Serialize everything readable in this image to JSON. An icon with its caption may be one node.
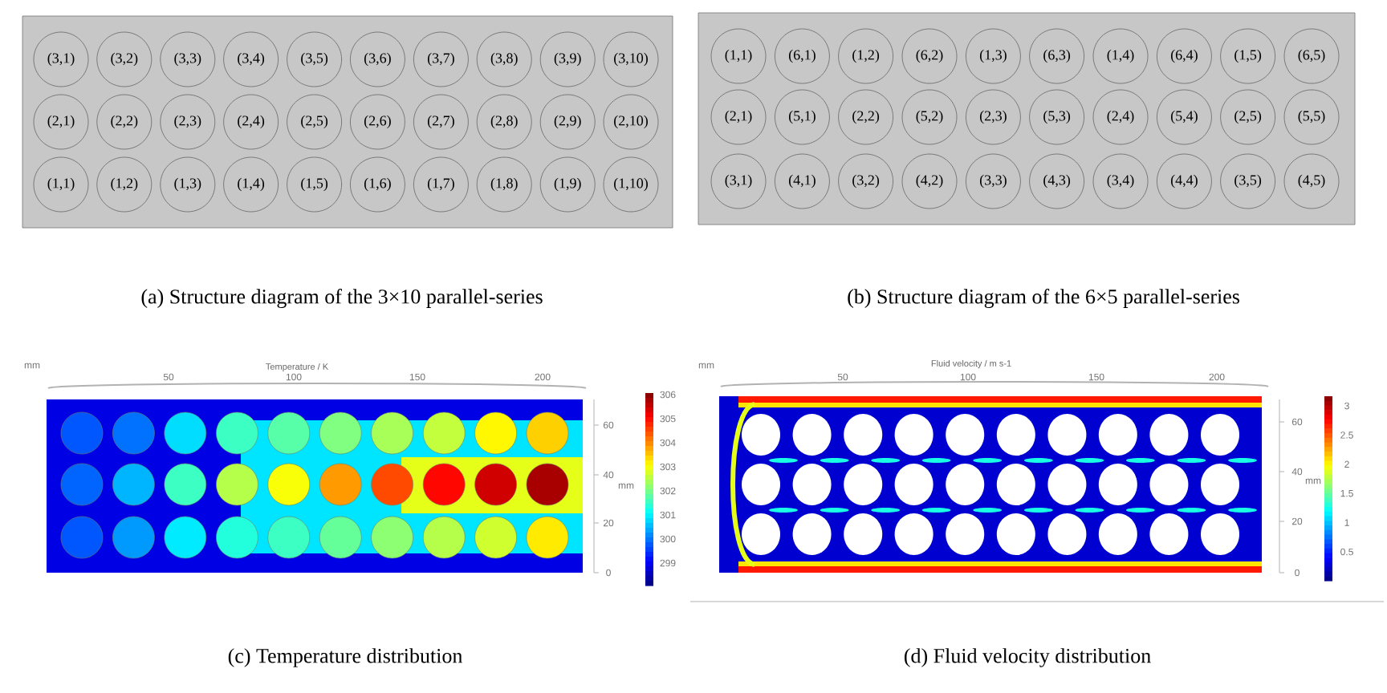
{
  "diagram": {
    "nodes": [
      {
        "text": [],
        "shape": "box"
      },
      {
        "text": [
          "(3,1)"
        ],
        "in": 0
      },
      {
        "text": [
          "(3,2)"
        ],
        "in": 0
      },
      {
        "text": [
          "(3,3)"
        ],
        "in": 0
      },
      {
        "text": [
          "(3,4)"
        ],
        "in": 0
      },
      {
        "text": [
          "(3,5)"
        ],
        "in": 0
      },
      {
        "text": [
          "(3,6)"
        ],
        "in": 0
      },
      {
        "text": [
          "(3,7)"
        ],
        "in": 0
      },
      {
        "text": [
          "(3,8)"
        ],
        "in": 0
      },
      {
        "text": [
          "(3,9)"
        ],
        "in": 0
      },
      {
        "text": [
          "(3,10)"
        ],
        "in": 0
      },
      {
        "text": [
          "(2,1)"
        ],
        "in": 0
      },
      {
        "text": [
          "(2,2)"
        ],
        "in": 0
      },
      {
        "text": [
          "(2,3)"
        ],
        "in": 0
      },
      {
        "text": [
          "(2,4)"
        ],
        "in": 0
      },
      {
        "text": [
          "(2,5)"
        ],
        "in": 0
      },
      {
        "text": [
          "(2,6)"
        ],
        "in": 0
      },
      {
        "text": [
          "(2,7)"
        ],
        "in": 0
      },
      {
        "text": [
          "(2,8)"
        ],
        "in": 0
      },
      {
        "text": [
          "(2,9)"
        ],
        "in": 0
      },
      {
        "text": [
          "(2,10)"
        ],
        "in": 0
      },
      {
        "text": [
          "(1,1)"
        ],
        "in": 0
      },
      {
        "text": [
          "(1,2)"
        ],
        "in": 0
      },
      {
        "text": [
          "(1,3)"
        ],
        "in": 0
      },
      {
        "text": [
          "(1,4)"
        ],
        "in": 0
      },
      {
        "text": [
          "(1,5)"
        ],
        "in": 0
      },
      {
        "text": [
          "(1,6)"
        ],
        "in": 0
      },
      {
        "text": [
          "(1,7)"
        ],
        "in": 0
      },
      {
        "text": [
          "(1,8)"
        ],
        "in": 0
      },
      {
        "text": [
          "(1,9)"
        ],
        "in": 0
      },
      {
        "text": [
          "(1,10)"
        ],
        "in": 0
      },
      {
        "text": [],
        "shape": "box"
      },
      {
        "text": [
          "(1,1)"
        ],
        "in": 31
      },
      {
        "text": [
          "(6,1)"
        ],
        "in": 31
      },
      {
        "text": [
          "(1,2)"
        ],
        "in": 31
      },
      {
        "text": [
          "(6,2)"
        ],
        "in": 31
      },
      {
        "text": [
          "(1,3)"
        ],
        "in": 31
      },
      {
        "text": [
          "(6,3)"
        ],
        "in": 31
      },
      {
        "text": [
          "(1,4)"
        ],
        "in": 31
      },
      {
        "text": [
          "(6,4)"
        ],
        "in": 31
      },
      {
        "text": [
          "(1,5)"
        ],
        "in": 31
      },
      {
        "text": [
          "(6,5)"
        ],
        "in": 31
      },
      {
        "text": [
          "(2,1)"
        ],
        "in": 31
      },
      {
        "text": [
          "(5,1)"
        ],
        "in": 31
      },
      {
        "text": [
          "(2,2)"
        ],
        "in": 31
      },
      {
        "text": [
          "(5,2)"
        ],
        "in": 31
      },
      {
        "text": [
          "(2,3)"
        ],
        "in": 31
      },
      {
        "text": [
          "(5,3)"
        ],
        "in": 31
      },
      {
        "text": [
          "(2,4)"
        ],
        "in": 31
      },
      {
        "text": [
          "(5,4)"
        ],
        "in": 31
      },
      {
        "text": [
          "(2,5)"
        ],
        "in": 31
      },
      {
        "text": [
          "(5,5)"
        ],
        "in": 31
      },
      {
        "text": [
          "(3,1)"
        ],
        "in": 31
      },
      {
        "text": [
          "(4,1)"
        ],
        "in": 31
      },
      {
        "text": [
          "(3,2)"
        ],
        "in": 31
      },
      {
        "text": [
          "(4,2)"
        ],
        "in": 31
      },
      {
        "text": [
          "(3,3)"
        ],
        "in": 31
      },
      {
        "text": [
          "(4,3)"
        ],
        "in": 31
      },
      {
        "text": [
          "(3,4)"
        ],
        "in": 31
      },
      {
        "text": [
          "(4,4)"
        ],
        "in": 31
      },
      {
        "text": [
          "(3,5)"
        ],
        "in": 31
      },
      {
        "text": [
          "(4,5)"
        ],
        "in": 31
      }
    ],
    "labels": [
      "(a) Structure diagram of the 3×10 parallel-series",
      "(b) Structure diagram of the 6×5 parallel-series",
      "mm",
      "Temperature / K",
      "50",
      "100",
      "150",
      "200",
      "60",
      "40",
      "20",
      "0",
      "mm",
      "306",
      "305",
      "304",
      "303",
      "302",
      "301",
      "300",
      "299",
      "mm",
      "Fluid velocity / m s-1",
      "50",
      "100",
      "150",
      "200",
      "60",
      "40",
      "20",
      "0",
      "mm",
      "3",
      "2.5",
      "2",
      "1.5",
      "1",
      "0.5",
      "(c) Temperature distribution",
      "(d) Fluid velocity distribution"
    ]
  }
}
